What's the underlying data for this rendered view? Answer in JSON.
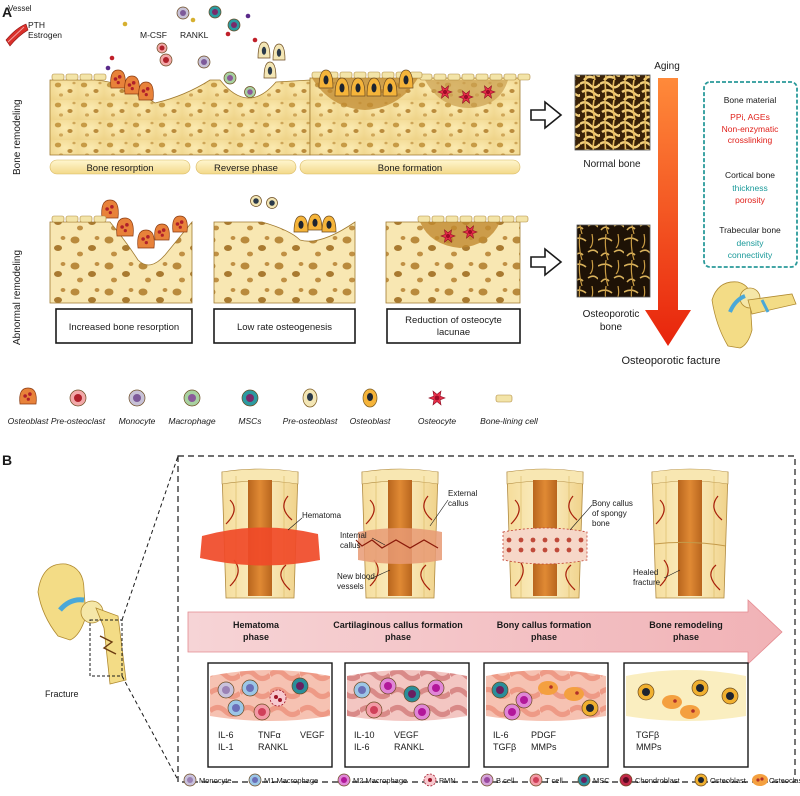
{
  "panelA": {
    "letter": "A",
    "vessel": {
      "title": "Vessel",
      "hormones": [
        "PTH",
        "Estrogen"
      ]
    },
    "signals": [
      "M-CSF",
      "RANKL"
    ],
    "row_labels": {
      "normal": "Bone remodeling",
      "abnormal": "Abnormal remodeling"
    },
    "phases": [
      "Bone resorption",
      "Reverse phase",
      "Bone formation"
    ],
    "abnormal_boxes": [
      "Increased bone resorption",
      "Low rate osteogenesis",
      "Reduction of osteocyte lacunae"
    ],
    "normal_bone_label": "Normal bone",
    "osteoporotic_bone_label": "Osteoporotic bone",
    "aging_label": "Aging",
    "fracture_label": "Osteoporotic facture",
    "info_box": {
      "sections": [
        {
          "title": "Bone material",
          "items": [
            "PPi, AGEs",
            "Non-enzymatic crosslinking"
          ],
          "color": "#e0201a"
        },
        {
          "title": "Cortical bone",
          "items": [
            "thickness",
            "porosity"
          ],
          "colors": [
            "#1a9a9a",
            "#e0201a"
          ]
        },
        {
          "title": "Trabecular bone",
          "items": [
            "density",
            "connectivity"
          ],
          "color": "#1a9a9a"
        }
      ]
    },
    "legend": [
      {
        "name": "Osteoblast",
        "color": "#e8823a",
        "nucleus": "#c0392b",
        "icon": "osteoclast-cell-icon"
      },
      {
        "name": "Pre-osteoclast",
        "color": "#f2a8a8",
        "nucleus": "#b0202a",
        "icon": "pre-osteoclast-cell-icon"
      },
      {
        "name": "Monocyte",
        "color": "#c7c1d6",
        "nucleus": "#7d5a9a",
        "icon": "monocyte-cell-icon"
      },
      {
        "name": "Macrophage",
        "color": "#a8d1a0",
        "nucleus": "#8a5a9a",
        "icon": "macrophage-cell-icon"
      },
      {
        "name": "MSCs",
        "color": "#2c9aa0",
        "nucleus": "#7a2a6a",
        "icon": "msc-cell-icon"
      },
      {
        "name": "Pre-osteoblast",
        "color": "#f3e6b5",
        "nucleus": "#2b3a4a",
        "icon": "pre-osteoblast-cell-icon"
      },
      {
        "name": "Osteoblast",
        "color": "#f5b43a",
        "nucleus": "#1d2430",
        "icon": "osteoblast-cell-icon"
      },
      {
        "name": "Osteocyte",
        "color": "#e8304a",
        "nucleus": "#b01030",
        "icon": "osteocyte-cell-icon"
      },
      {
        "name": "Bone-lining cell",
        "color": "#f3e4a8",
        "nucleus": "#d8b860",
        "icon": "bone-lining-cell-icon"
      }
    ]
  },
  "panelB": {
    "letter": "B",
    "fracture_label": "Fracture",
    "bone_labels": {
      "hematoma": "Hematoma",
      "external_callus": "External callus",
      "internal_callus": "Internal callus",
      "new_vessels": "New blood vessels",
      "bony_callus": "Bony callus of spongy bone",
      "healed": "Healed fracture"
    },
    "phases": [
      "Hematoma phase",
      "Cartilaginous callus formation phase",
      "Bony callus formation phase",
      "Bone remodeling phase"
    ],
    "cytokines": [
      [
        "IL-6",
        "TNFα",
        "VEGF",
        "IL-1",
        "RANKL"
      ],
      [
        "IL-10",
        "VEGF",
        "IL-6",
        "RANKL"
      ],
      [
        "IL-6",
        "PDGF",
        "TGFβ",
        "MMPs"
      ],
      [
        "TGFβ",
        "MMPs"
      ]
    ],
    "legend": [
      {
        "name": "Monocyte",
        "color": "#c9c2dc",
        "nucleus": "#9b82b6"
      },
      {
        "name": "M1 Macrophage",
        "color": "#9cc6e6",
        "nucleus": "#6b6fb8"
      },
      {
        "name": "M2 Macrophage",
        "color": "#e086d6",
        "nucleus": "#b2189a"
      },
      {
        "name": "PMN",
        "color": "#f7c9cf",
        "nucleus": "#a01628"
      },
      {
        "name": "B cell",
        "color": "#d6a3d8",
        "nucleus": "#9a4aa0"
      },
      {
        "name": "T cell",
        "color": "#f39aa6",
        "nucleus": "#d0405a"
      },
      {
        "name": "MSC",
        "color": "#2a8e9a",
        "nucleus": "#6a2060"
      },
      {
        "name": "Chondroblast",
        "color": "#c12a4a",
        "nucleus": "#5a0a20"
      },
      {
        "name": "Osteoblast",
        "color": "#f0b030",
        "nucleus": "#1d2430"
      },
      {
        "name": "Osteoclast",
        "color": "#f4a040",
        "nucleus": "#b0302a"
      }
    ]
  }
}
